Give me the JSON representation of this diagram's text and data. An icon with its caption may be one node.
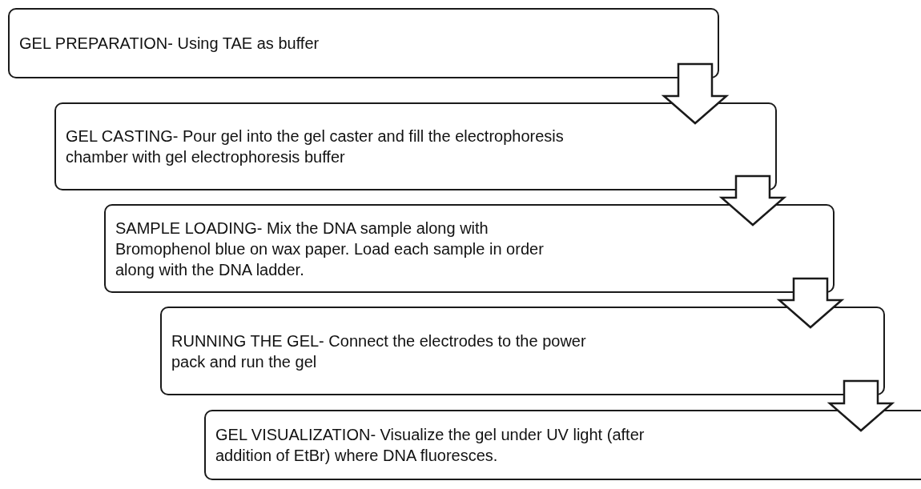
{
  "diagram": {
    "nodes": [
      {
        "text": [
          "GEL PREPARATION- Using TAE as buffer"
        ]
      },
      {
        "text": [
          "GEL CASTING- Pour gel into the gel caster and fill the electrophoresis chamber with gel electrophoresis buffer"
        ]
      },
      {
        "text": [
          "SAMPLE LOADING- Mix the DNA sample along with Bromophenol blue on wax paper. Load each sample in order along with the DNA ladder."
        ]
      },
      {
        "text": [
          "RUNNING THE GEL- Connect the electrodes to the power pack and run the gel"
        ]
      },
      {
        "text": [
          "GEL VISUALIZATION- Visualize the gel under UV light (after addition of EtBr) where DNA fluoresces."
        ]
      }
    ],
    "edges": [
      {
        "from": 0,
        "to": 1,
        "arrow": "to"
      },
      {
        "from": 1,
        "to": 2,
        "arrow": "to"
      },
      {
        "from": 2,
        "to": 3,
        "arrow": "to"
      },
      {
        "from": 3,
        "to": 4,
        "arrow": "to"
      }
    ]
  }
}
